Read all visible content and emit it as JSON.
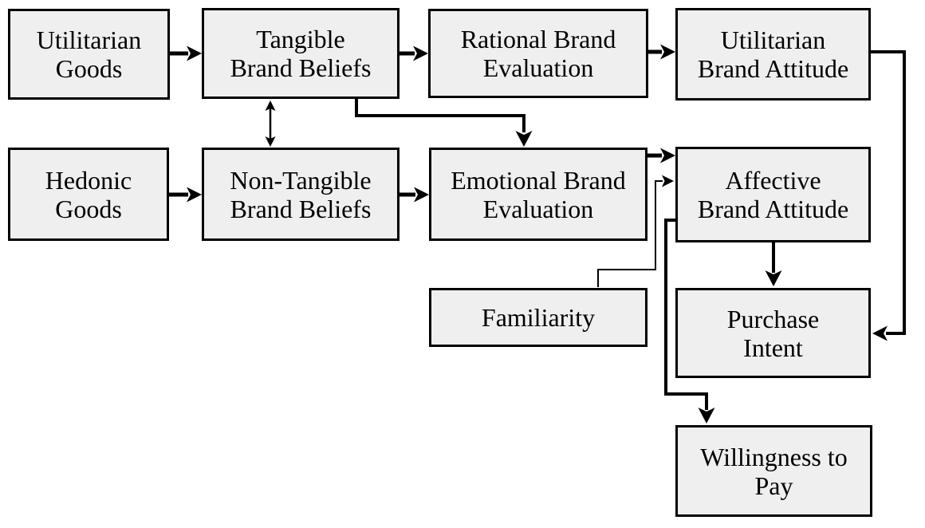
{
  "diagram": {
    "background": "#ffffff",
    "box_fill": "#efefef",
    "box_border_color": "#000000",
    "connector_color": "#000000",
    "text_color": "#000000",
    "nodes": [
      {
        "id": "utilitarian-goods",
        "label": "Utilitarian\nGoods"
      },
      {
        "id": "tangible-brand-beliefs",
        "label": "Tangible\nBrand Beliefs"
      },
      {
        "id": "rational-brand-evaluation",
        "label": "Rational Brand\nEvaluation"
      },
      {
        "id": "utilitarian-brand-attitude",
        "label": "Utilitarian\nBrand Attitude"
      },
      {
        "id": "hedonic-goods",
        "label": "Hedonic\nGoods"
      },
      {
        "id": "non-tangible-brand-beliefs",
        "label": "Non-Tangible\nBrand Beliefs"
      },
      {
        "id": "emotional-brand-evaluation",
        "label": "Emotional Brand\nEvaluation"
      },
      {
        "id": "affective-brand-attitude",
        "label": "Affective\nBrand Attitude"
      },
      {
        "id": "familiarity",
        "label": "Familiarity"
      },
      {
        "id": "purchase-intent",
        "label": "Purchase\nIntent"
      },
      {
        "id": "willingness-to-pay",
        "label": "Willingness to\nPay"
      }
    ],
    "edges": [
      {
        "from": "Utilitarian Goods",
        "to": "Tangible Brand Beliefs",
        "style": "arrow"
      },
      {
        "from": "Tangible Brand Beliefs",
        "to": "Rational Brand Evaluation",
        "style": "arrow"
      },
      {
        "from": "Rational Brand Evaluation",
        "to": "Utilitarian Brand Attitude",
        "style": "arrow"
      },
      {
        "from": "Hedonic Goods",
        "to": "Non-Tangible Brand Beliefs",
        "style": "arrow"
      },
      {
        "from": "Non-Tangible Brand Beliefs",
        "to": "Emotional Brand Evaluation",
        "style": "arrow"
      },
      {
        "from": "Tangible Brand Beliefs",
        "to": "Non-Tangible Brand Beliefs",
        "style": "double-headed-arrow"
      },
      {
        "from": "Tangible Brand Beliefs",
        "to": "Emotional Brand Evaluation",
        "style": "elbow-arrow"
      },
      {
        "from": "Emotional Brand Evaluation",
        "to": "Affective Brand Attitude",
        "style": "arrow"
      },
      {
        "from": "Familiarity",
        "to": "Affective Brand Attitude",
        "style": "thin-elbow-arrow"
      },
      {
        "from": "Utilitarian Brand Attitude",
        "to": "Purchase Intent",
        "style": "elbow-arrow"
      },
      {
        "from": "Affective Brand Attitude",
        "to": "Purchase Intent",
        "style": "arrow"
      },
      {
        "from": "Affective Brand Attitude",
        "to": "Willingness to Pay",
        "style": "elbow-arrow"
      }
    ]
  }
}
